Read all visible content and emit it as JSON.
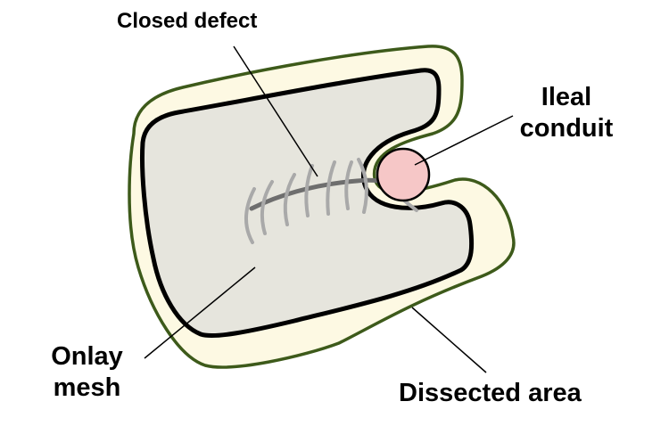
{
  "labels": {
    "closed_defect": "Closed defect",
    "ileal_conduit_line1": "Ileal",
    "ileal_conduit_line2": "conduit",
    "onlay_mesh_line1": "Onlay",
    "onlay_mesh_line2": "mesh",
    "dissected_area": "Dissected area"
  },
  "colors": {
    "dissected_fill": "#fdf9e3",
    "dissected_stroke": "#3d5a1a",
    "mesh_fill": "#e6e5dd",
    "mesh_stroke": "#000000",
    "conduit_fill": "#f6c7c7",
    "suture_line": "#6e6e6e",
    "stitch": "#a9a9a9",
    "leader": "#000000"
  }
}
